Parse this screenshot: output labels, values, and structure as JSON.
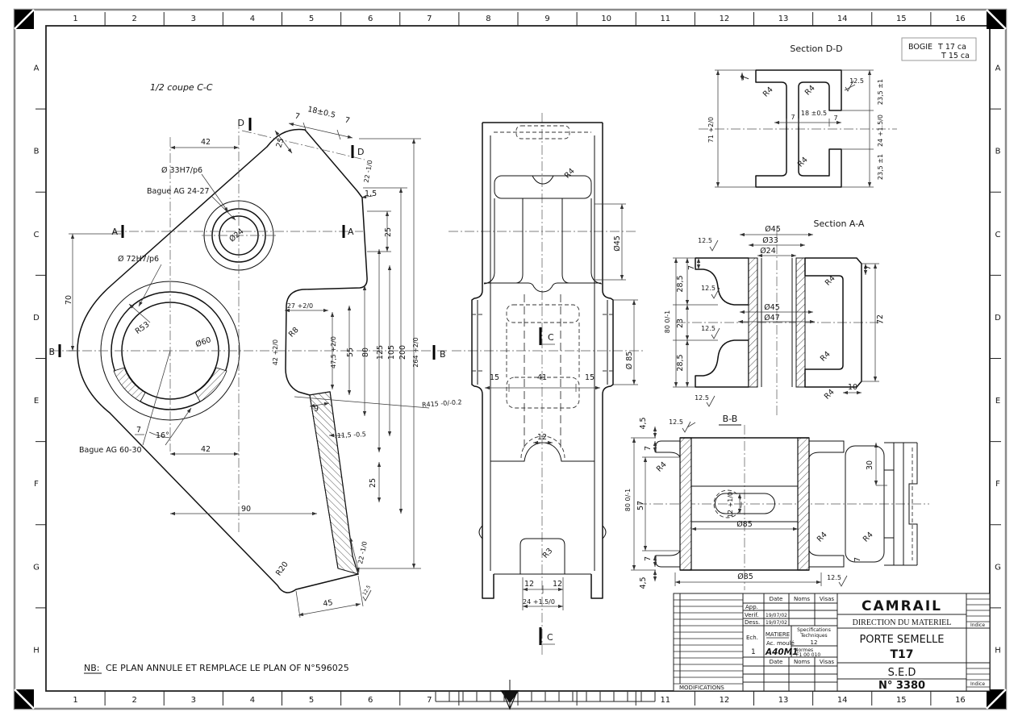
{
  "frame": {
    "cols": [
      "1",
      "2",
      "3",
      "4",
      "5",
      "6",
      "7",
      "8",
      "9",
      "10",
      "11",
      "12",
      "13",
      "14",
      "15",
      "16"
    ],
    "rows": [
      "A",
      "B",
      "C",
      "D",
      "E",
      "F",
      "G",
      "H"
    ]
  },
  "bogie": {
    "label": "BOGIE",
    "v1": "T 17 ca",
    "v2": "T 15 ca"
  },
  "note": {
    "prefix": "NB:",
    "body": "CE PLAN ANNULE ET REMPLACE LE PLAN OF N°596025"
  },
  "ann": {
    "m": [
      "1/2 coupe C-C",
      "D",
      "42",
      "25",
      "7",
      "18±0.5",
      "7",
      "D",
      "22 -1/0",
      "Ø 33H7/p6",
      "Bague AG 24-27",
      "1,5",
      "Ø24",
      "A",
      "A",
      "25",
      "Ø 72H7/p6",
      "70",
      "R53",
      "Ø60",
      "B",
      "27 +2/0",
      "R8",
      "42 +2/0",
      "47,5 +2/0",
      "55",
      "80",
      "125",
      "105",
      "200",
      "264 +2/0",
      "B",
      "R415 -0/-0.2",
      "9",
      "11,5 -0.5",
      "7",
      "16°",
      "Bague AG 60-30",
      "42",
      "25",
      "90",
      "22 -1/0",
      "R20",
      "45",
      "12.5"
    ],
    "c": [
      "R4",
      "Ø45",
      "C",
      "Ø 85",
      "15",
      "41",
      "15",
      "12",
      "R3",
      "12",
      "12",
      "24 +1.5/0",
      "C"
    ],
    "d": [
      "Section D-D",
      "7",
      "R4",
      "R4",
      "12.5",
      "23,5 ±1",
      "71 +2/0",
      "7",
      "18 ±0.5",
      "7",
      "24 +1.5/0",
      "R4",
      "23,5 ±1"
    ],
    "a": [
      "Section A-A",
      "Ø45",
      "Ø33",
      "Ø24",
      "12.5",
      "7",
      "7",
      "28,5",
      "12.5",
      "R4",
      "Ø45",
      "Ø47",
      "80 0/-1",
      "23",
      "72",
      "12.5",
      "28,5",
      "R4",
      "R4",
      "10",
      "12.5"
    ],
    "b": [
      "B-B",
      "4,5",
      "12.5",
      "7",
      "R4",
      "80 0/-1",
      "57",
      "12 +1/0",
      "Ø85",
      "R4",
      "7",
      "4,5",
      "Ø85",
      "12.5",
      "30",
      "R4",
      "7"
    ]
  },
  "title_block": {
    "h_date": "Date",
    "h_noms": "Noms",
    "h_visas": "Visas",
    "app": "App.",
    "verif": "Verif.",
    "dess": "Dess.",
    "date1": "19/07/02",
    "date2": "19/07/02",
    "ech": "Ech.",
    "ech_val": "1",
    "matiere": "MATIERE",
    "matiere2": "Ac. moulé",
    "matiere3": "A40M1",
    "spec1": "Specifications",
    "spec2": "Techniques",
    "spec_val": "12",
    "normes": "Normes",
    "normes_val": "F1 00 010",
    "h_date2": "Date",
    "h_noms2": "Noms",
    "h_visas2": "Visas",
    "modifications": "MODIFICATIONS",
    "company": "CAMRAIL",
    "dept": "DIRECTION DU MATERIEL",
    "part": "PORTE SEMELLE",
    "model": "T17",
    "org": "S.E.D",
    "num": "N° 3380",
    "indice1": "Indice",
    "indice2": "Indice"
  },
  "colors": {
    "line": "#111111",
    "dim": "#3a3a3a",
    "paper": "#ffffff"
  }
}
